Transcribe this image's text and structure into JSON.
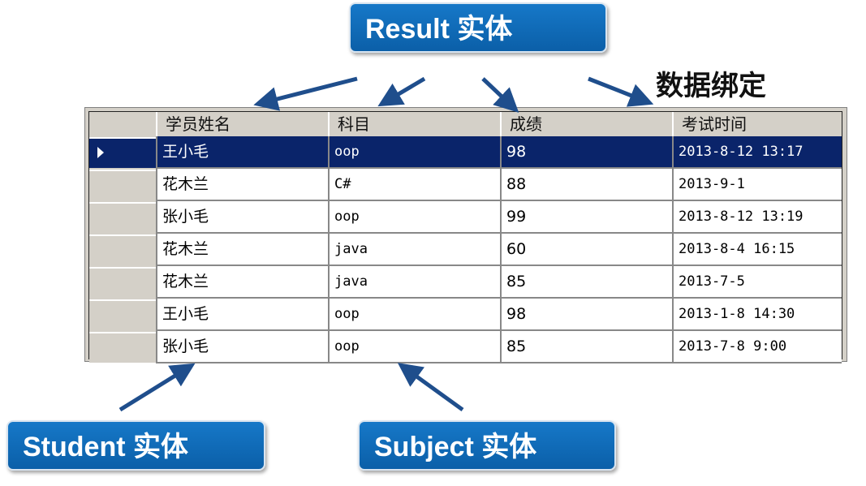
{
  "callouts": {
    "result": "Result 实体",
    "student": "Student 实体",
    "subject": "Subject 实体"
  },
  "binding_label": "数据绑定",
  "grid": {
    "columns": [
      "学员姓名",
      "科目",
      "成绩",
      "考试时间"
    ],
    "selected_row": 0,
    "rows": [
      [
        "王小毛",
        "oop",
        "98",
        "2013-8-12 13:17"
      ],
      [
        "花木兰",
        "C#",
        "88",
        "2013-9-1"
      ],
      [
        "张小毛",
        "oop",
        "99",
        "2013-8-12 13:19"
      ],
      [
        "花木兰",
        "java",
        "60",
        "2013-8-4 16:15"
      ],
      [
        "花木兰",
        "java",
        "85",
        "2013-7-5"
      ],
      [
        "王小毛",
        "oop",
        "98",
        "2013-1-8 14:30"
      ],
      [
        "张小毛",
        "oop",
        "85",
        "2013-7-8 9:00"
      ]
    ]
  },
  "colors": {
    "callout": "#0b6bbf",
    "selection": "#0a246a",
    "arrow": "#1f4e8c"
  }
}
